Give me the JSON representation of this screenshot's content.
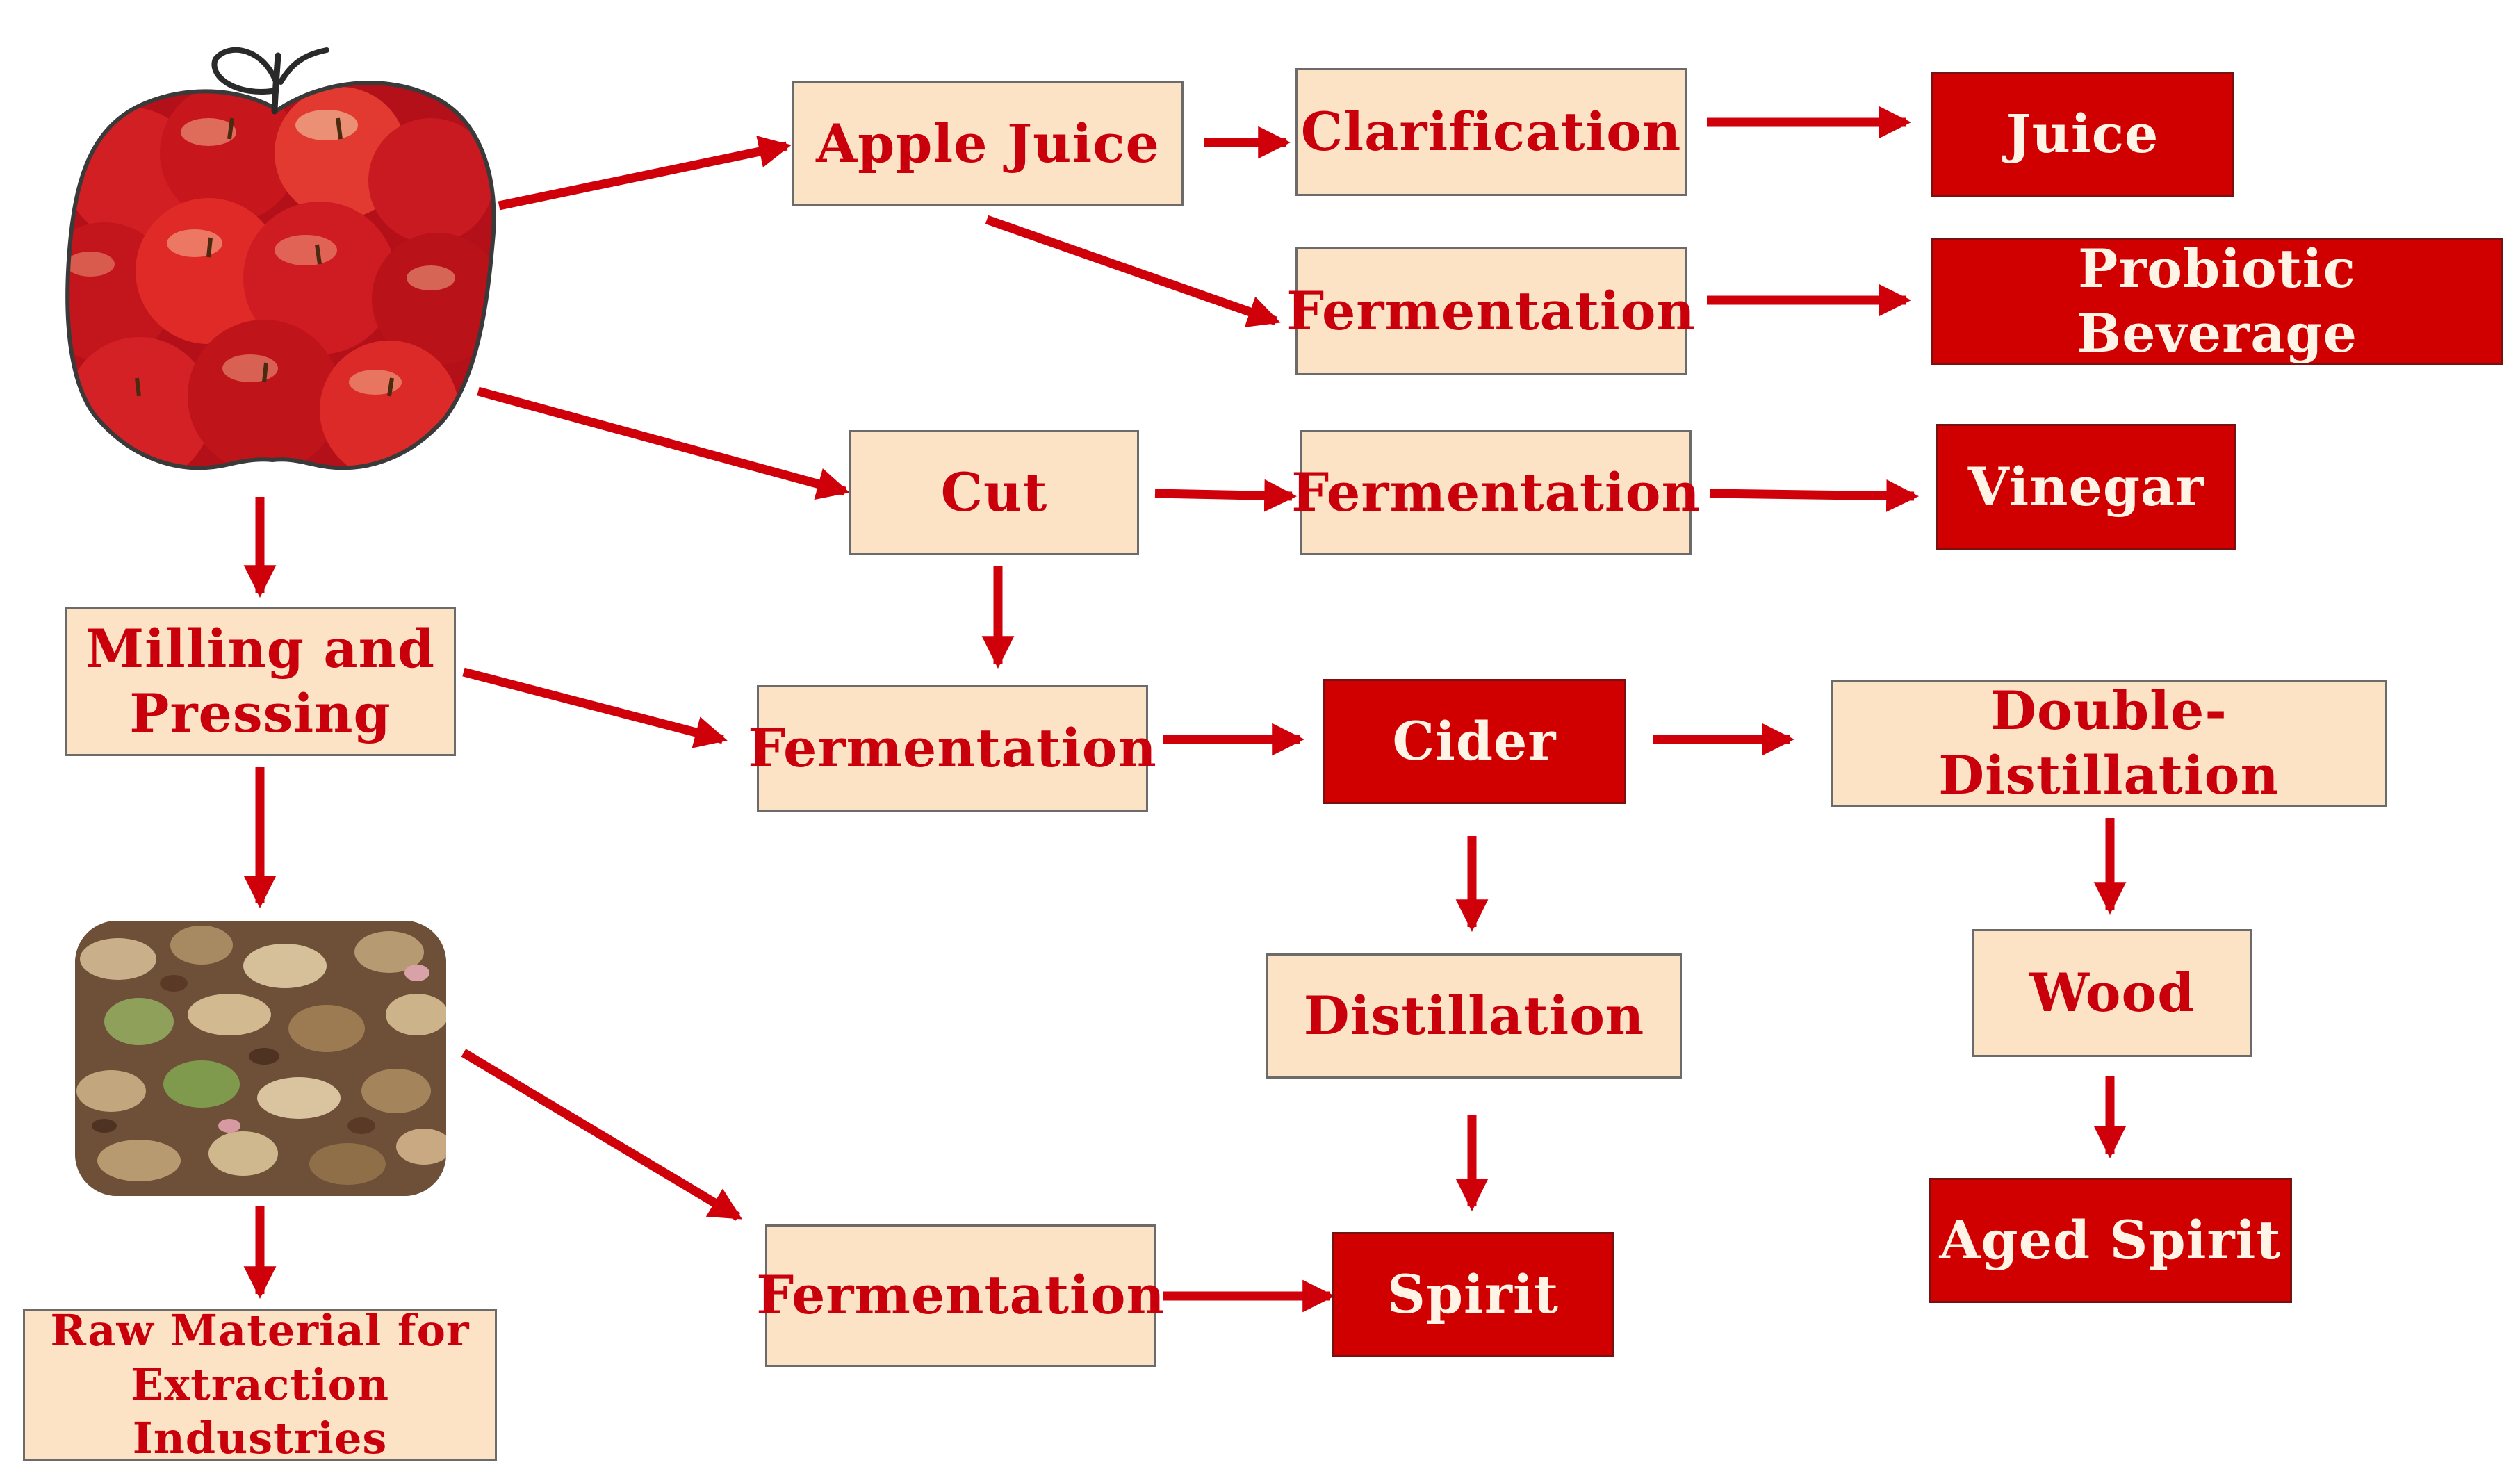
{
  "diagram": {
    "nodes": {
      "apple_juice": "Apple Juice",
      "clarification": "Clarification",
      "juice": "Juice",
      "fermentation_probiotic": "Fermentation",
      "probiotic_beverage": "Probiotic Beverage",
      "cut": "Cut",
      "fermentation_vinegar": "Fermentation",
      "vinegar": "Vinegar",
      "milling": "Milling and Pressing",
      "fermentation_cider": "Fermentation",
      "cider": "Cider",
      "double_distillation": "Double-Distillation",
      "distillation": "Distillation",
      "wood": "Wood",
      "aged_spirit": "Aged Spirit",
      "raw_material": "Raw Material for Extraction Industries",
      "fermentation_pomace": "Fermentation",
      "spirit": "Spirit"
    },
    "images": {
      "apples": "apple-basket-illustration",
      "pomace": "apple-pomace-photo"
    },
    "colors": {
      "accent_red": "#d10000",
      "box_fill": "#fde3c5",
      "text_red": "#c9000b",
      "text_light": "#fff4e6",
      "arrow": "#d0000b"
    }
  }
}
